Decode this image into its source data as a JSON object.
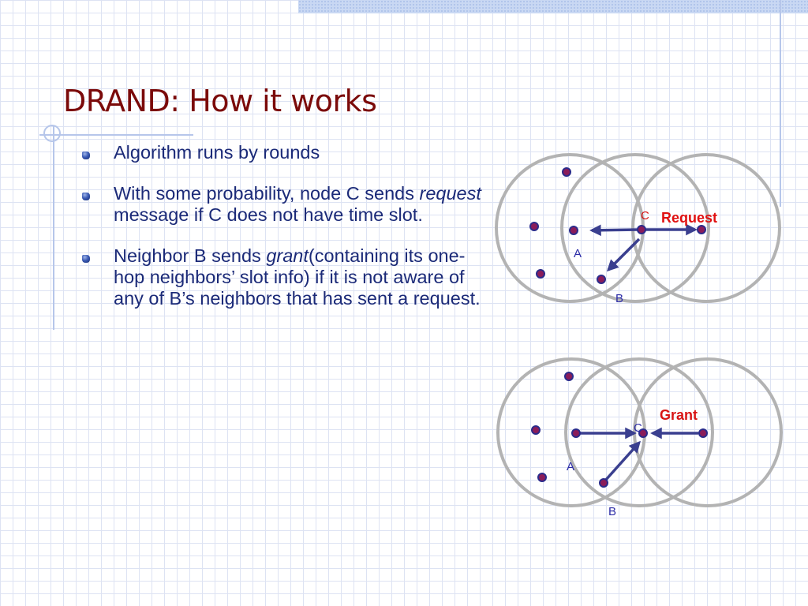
{
  "slide": {
    "title": "DRAND: How it works",
    "bullets": [
      {
        "segments": [
          {
            "text": "Algorithm runs by rounds",
            "italic": false
          }
        ]
      },
      {
        "segments": [
          {
            "text": "With some probability, node C sends ",
            "italic": false
          },
          {
            "text": "request",
            "italic": true
          },
          {
            "text": " message if C does not have time slot.",
            "italic": false
          }
        ]
      },
      {
        "segments": [
          {
            "text": "Neighbor B sends ",
            "italic": false
          },
          {
            "text": "grant",
            "italic": true
          },
          {
            "text": "(containing its one-hop neighbors’ slot info) if it is not aware of any of B’s neighbors that has sent a request.",
            "italic": false
          }
        ]
      }
    ]
  },
  "diagrams": {
    "top": {
      "message_label": "Request",
      "node_labels": {
        "a": "A",
        "b": "B",
        "c": "C"
      }
    },
    "bottom": {
      "message_label": "Grant",
      "node_labels": {
        "a": "A",
        "b": "B",
        "c": "C"
      }
    }
  },
  "colors": {
    "title": "#7b0a0a",
    "body_text": "#1b2a78",
    "message_label": "#e01010",
    "node_label": "#2a2aa6",
    "circle_stroke": "#b3b3b3",
    "arrow": "#3a3f8f",
    "node_fill": "#8a1c5a"
  }
}
